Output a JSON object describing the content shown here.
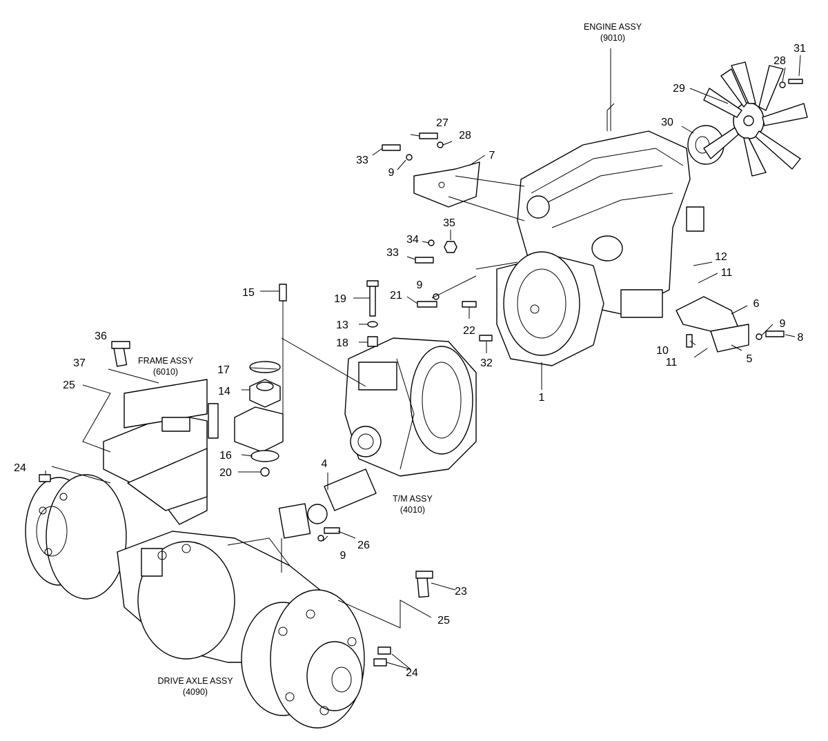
{
  "assemblies": {
    "engine": {
      "name": "ENGINE ASSY",
      "code": "(9010)"
    },
    "frame": {
      "name": "FRAME ASSY",
      "code": "(6010)"
    },
    "transmission": {
      "name": "T/M ASSY",
      "code": "(4010)"
    },
    "drive_axle": {
      "name": "DRIVE AXLE ASSY",
      "code": "(4090)"
    }
  },
  "callouts": [
    "1",
    "4",
    "5",
    "6",
    "7",
    "8",
    "9",
    "9",
    "9",
    "9",
    "10",
    "11",
    "11",
    "12",
    "13",
    "14",
    "15",
    "16",
    "17",
    "18",
    "19",
    "20",
    "21",
    "22",
    "23",
    "24",
    "24",
    "25",
    "25",
    "26",
    "27",
    "28",
    "28",
    "29",
    "30",
    "31",
    "32",
    "33",
    "33",
    "34",
    "35",
    "36",
    "37"
  ]
}
